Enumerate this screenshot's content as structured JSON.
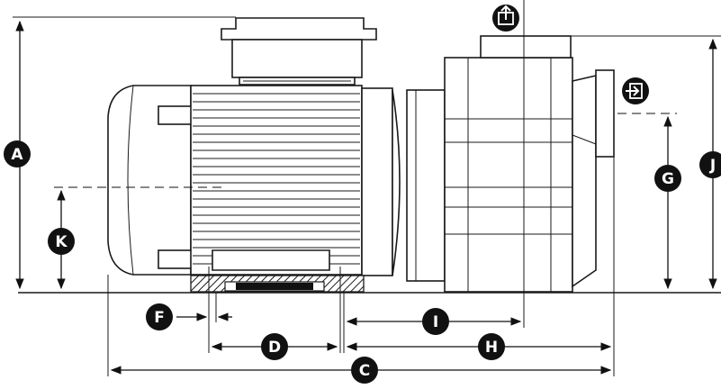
{
  "labels": {
    "A": "A",
    "C": "C",
    "D": "D",
    "F": "F",
    "G": "G",
    "H": "H",
    "I": "I",
    "J": "J",
    "K": "K"
  },
  "icons": {
    "outlet": "outlet-icon",
    "inlet": "inlet-icon"
  }
}
